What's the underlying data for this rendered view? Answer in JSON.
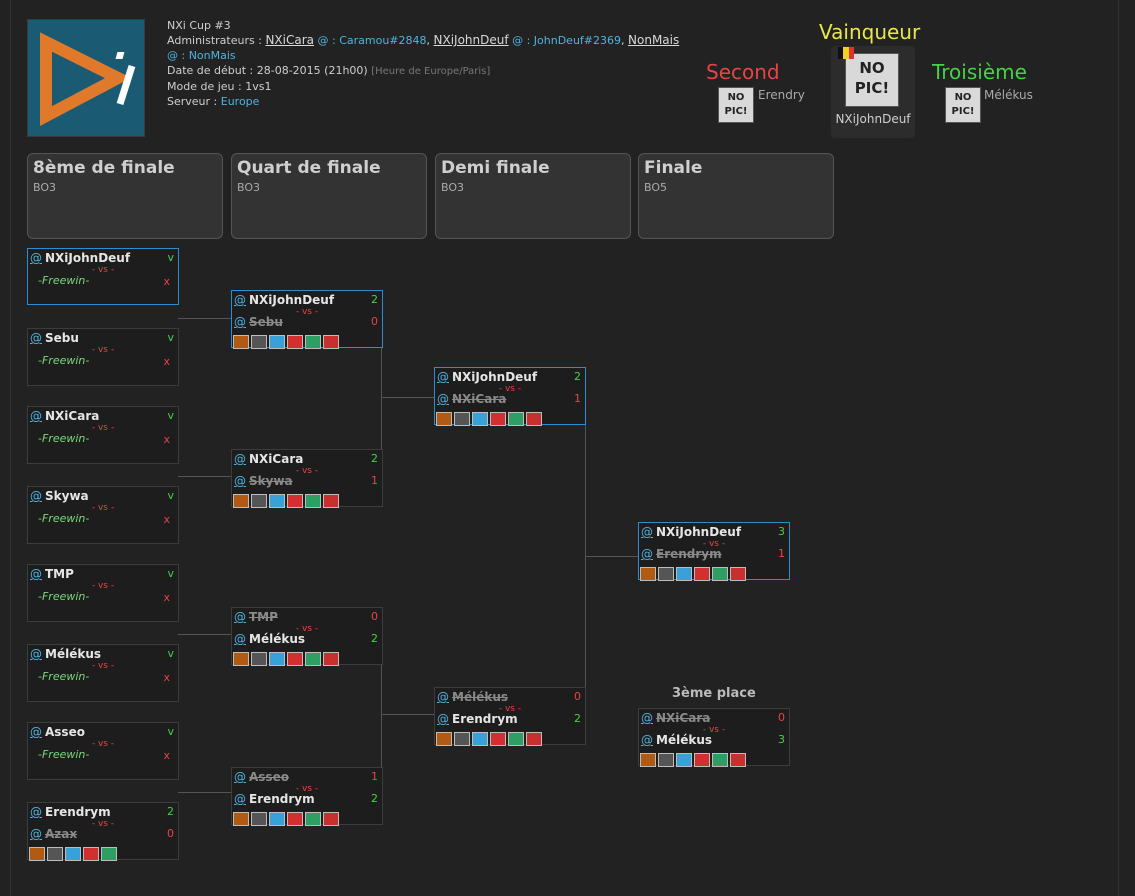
{
  "tournament": {
    "name": "NXi Cup #3",
    "admins_label": "Administrateurs :",
    "admin1": "NXiCara",
    "admin1_tag": "@ : Caramou#2848",
    "admin2": "NXiJohnDeuf",
    "admin2_tag": "@ : JohnDeuf#2369",
    "admin3": "NonMais",
    "admin3_tag": "@ : NonMais",
    "start_label": "Date de début : 28-08-2015 (21h00)",
    "timezone": "[Heure de Europe/Paris]",
    "mode_label": "Mode de jeu : 1vs1",
    "server_label": "Serveur :",
    "server": "Europe"
  },
  "podium": {
    "winner_label": "Vainqueur",
    "winner_name": "NXiJohnDeuf",
    "second_label": "Second",
    "second_name": "Erendry",
    "third_label": "Troisième",
    "third_name": "Mélékus",
    "nopic": "NO PIC!"
  },
  "rounds": [
    {
      "name": "8ème de finale",
      "format": "BO3"
    },
    {
      "name": "Quart de finale",
      "format": "BO3"
    },
    {
      "name": "Demi finale",
      "format": "BO3"
    },
    {
      "name": "Finale",
      "format": "BO5"
    }
  ],
  "common": {
    "at": "@",
    "vs": "- vs -",
    "freewin": "-Freewin-",
    "v": "v",
    "x": "x"
  },
  "r16": [
    {
      "p1": "NXiJohnDeuf"
    },
    {
      "p1": "Sebu"
    },
    {
      "p1": "NXiCara"
    },
    {
      "p1": "Skywa"
    },
    {
      "p1": "TMP"
    },
    {
      "p1": "Mélékus"
    },
    {
      "p1": "Asseo"
    },
    {
      "p1": "Erendrym",
      "p2": "Azax",
      "s1": "2",
      "s2": "0"
    }
  ],
  "qf": [
    {
      "p1": "NXiJohnDeuf",
      "p2": "Sebu",
      "s1": "2",
      "s2": "0"
    },
    {
      "p1": "NXiCara",
      "p2": "Skywa",
      "s1": "2",
      "s2": "1"
    },
    {
      "p1": "TMP",
      "p2": "Mélékus",
      "s1": "0",
      "s2": "2"
    },
    {
      "p1": "Asseo",
      "p2": "Erendrym",
      "s1": "1",
      "s2": "2"
    }
  ],
  "sf": [
    {
      "p1": "NXiJohnDeuf",
      "p2": "NXiCara",
      "s1": "2",
      "s2": "1"
    },
    {
      "p1": "Mélékus",
      "p2": "Erendrym",
      "s1": "0",
      "s2": "2"
    }
  ],
  "final": {
    "p1": "NXiJohnDeuf",
    "p2": "Erendrym",
    "s1": "3",
    "s2": "1"
  },
  "third": {
    "label": "3ème place",
    "p1": "NXiCara",
    "p2": "Mélékus",
    "s1": "0",
    "s2": "3"
  },
  "colors": {
    "accent": "#2a8ed0",
    "win": "#47d147",
    "loss": "#e84444",
    "link": "#4fb3e0",
    "logo_bg": "#1b5a73",
    "logo_mark": "#e07a2a"
  }
}
